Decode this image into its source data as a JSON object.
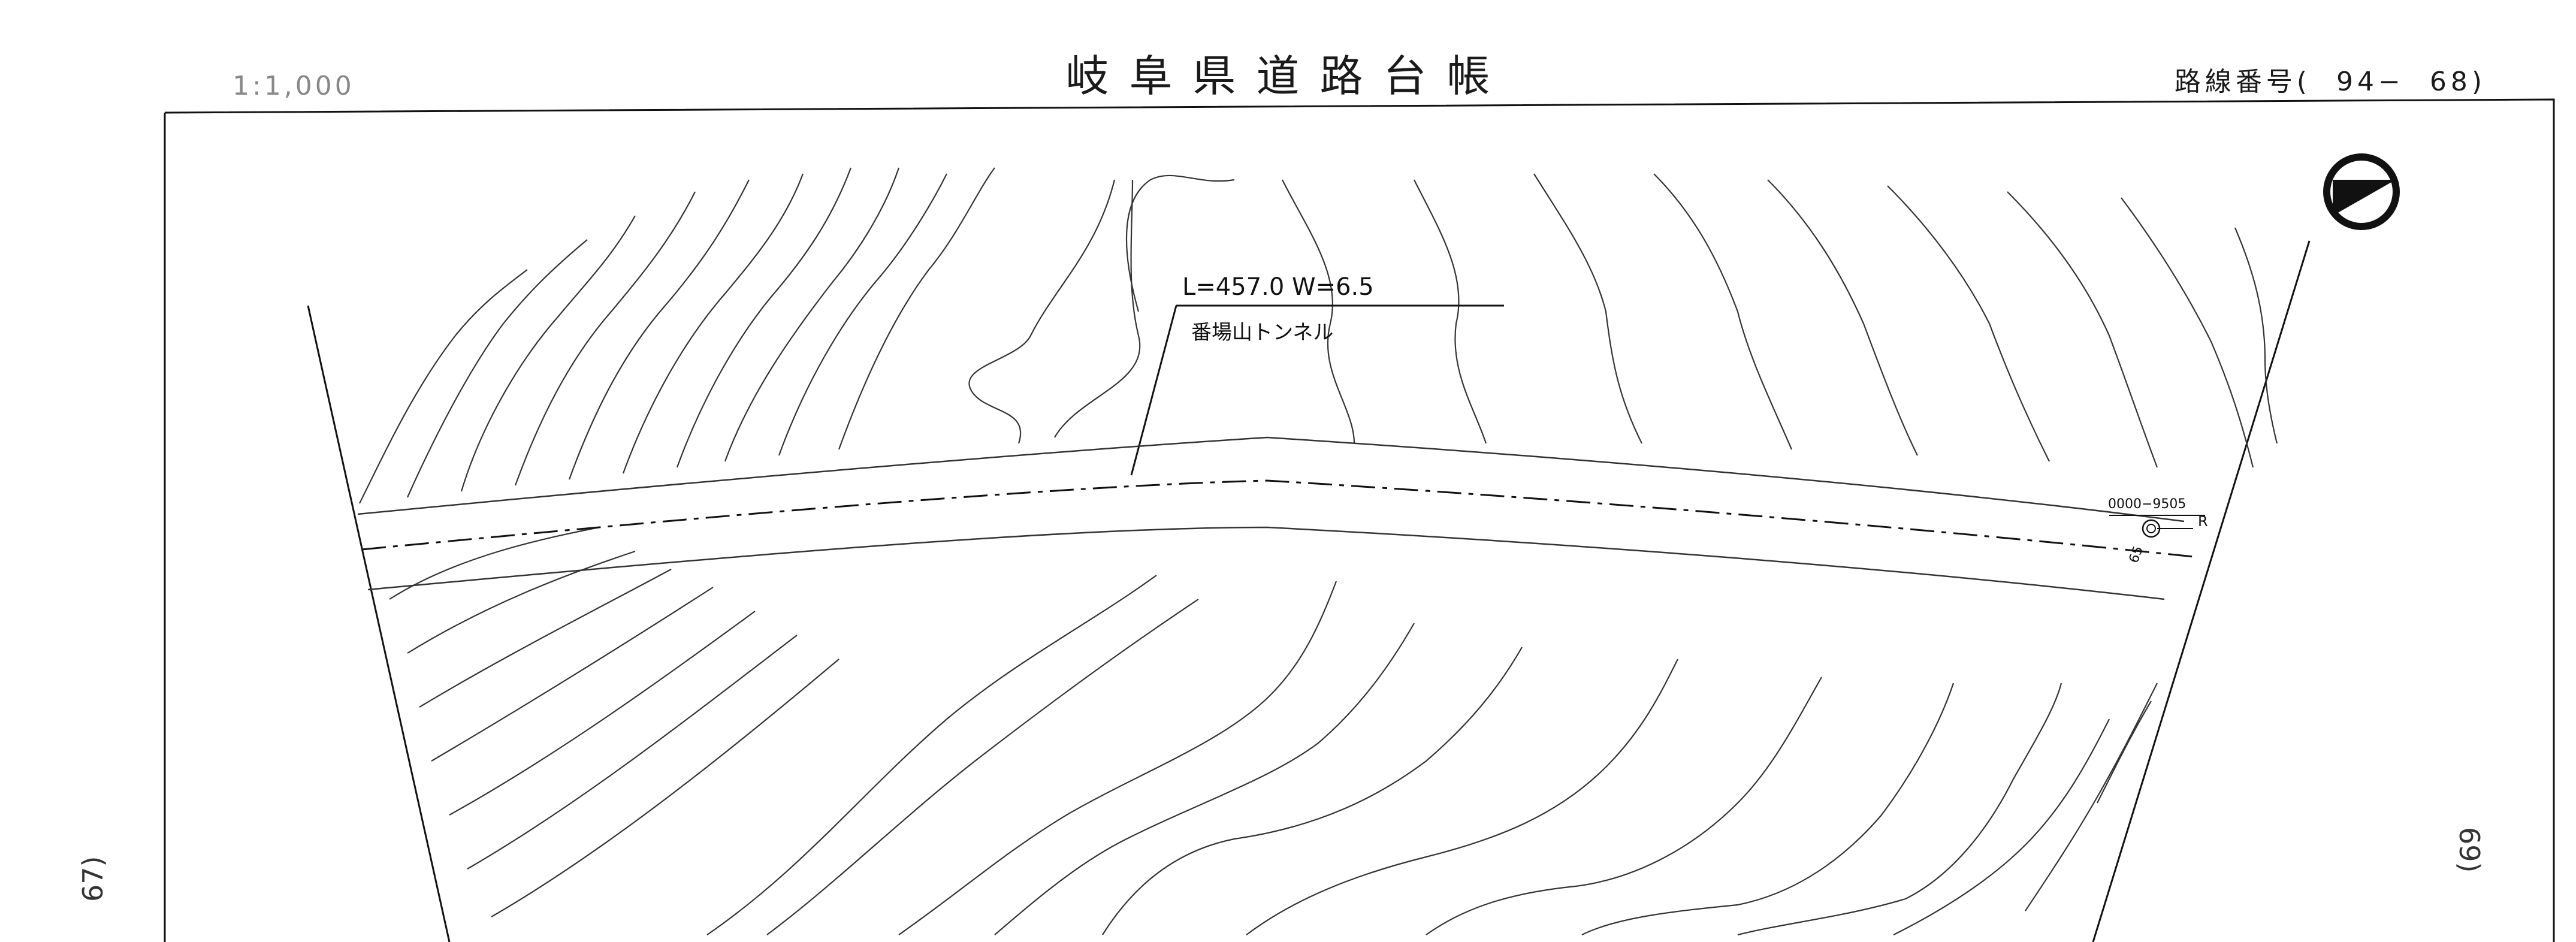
{
  "header": {
    "title": "岐阜県道路台帳",
    "scale": "1:1,000",
    "route_number": "路線番号(  94−  68)"
  },
  "map": {
    "tunnel_label": "L=457.0 W=6.5",
    "tunnel_name": "番場山トンネル",
    "benchmark_id": "0000−9505",
    "marker_r": "R",
    "marker_text": "65",
    "north_arrow": "north-arrow-icon"
  },
  "adjacent_sheets": {
    "left": "67)",
    "right": "69)"
  }
}
